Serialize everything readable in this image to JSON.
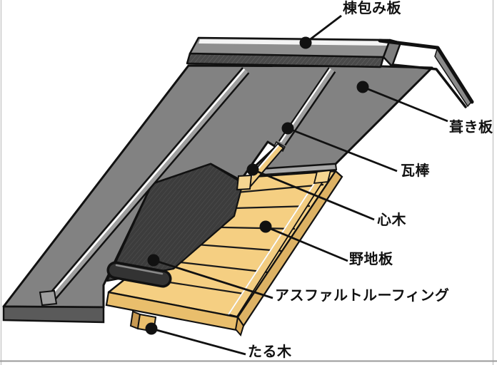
{
  "diagram": {
    "kind": "roof-construction-cutaway-illustration",
    "labels": [
      {
        "part": "ridge-cap-flashing",
        "text": "棟包み板"
      },
      {
        "part": "roofing-sheet",
        "text": "葺き板"
      },
      {
        "part": "batten-seam",
        "text": "瓦棒"
      },
      {
        "part": "core-wood-batten",
        "text": "心木"
      },
      {
        "part": "roof-sheathing-board",
        "text": "野地板"
      },
      {
        "part": "asphalt-roofing-underlayment",
        "text": "アスファルトルーフィング"
      },
      {
        "part": "rafter",
        "text": "たる木"
      }
    ],
    "colors": {
      "background": "#ffffff",
      "metal_gray": "#828282",
      "metal_cut_edge": "#a8a8a8",
      "ridge_cap_front": "#4a4a4a",
      "asphalt": "#3c3c3c",
      "wood_top": "#f5cf82",
      "wood_side": "#e9be6c",
      "wood_end": "#f6d691",
      "outline": "#111111",
      "frame_border": "#c9c9c9"
    }
  }
}
